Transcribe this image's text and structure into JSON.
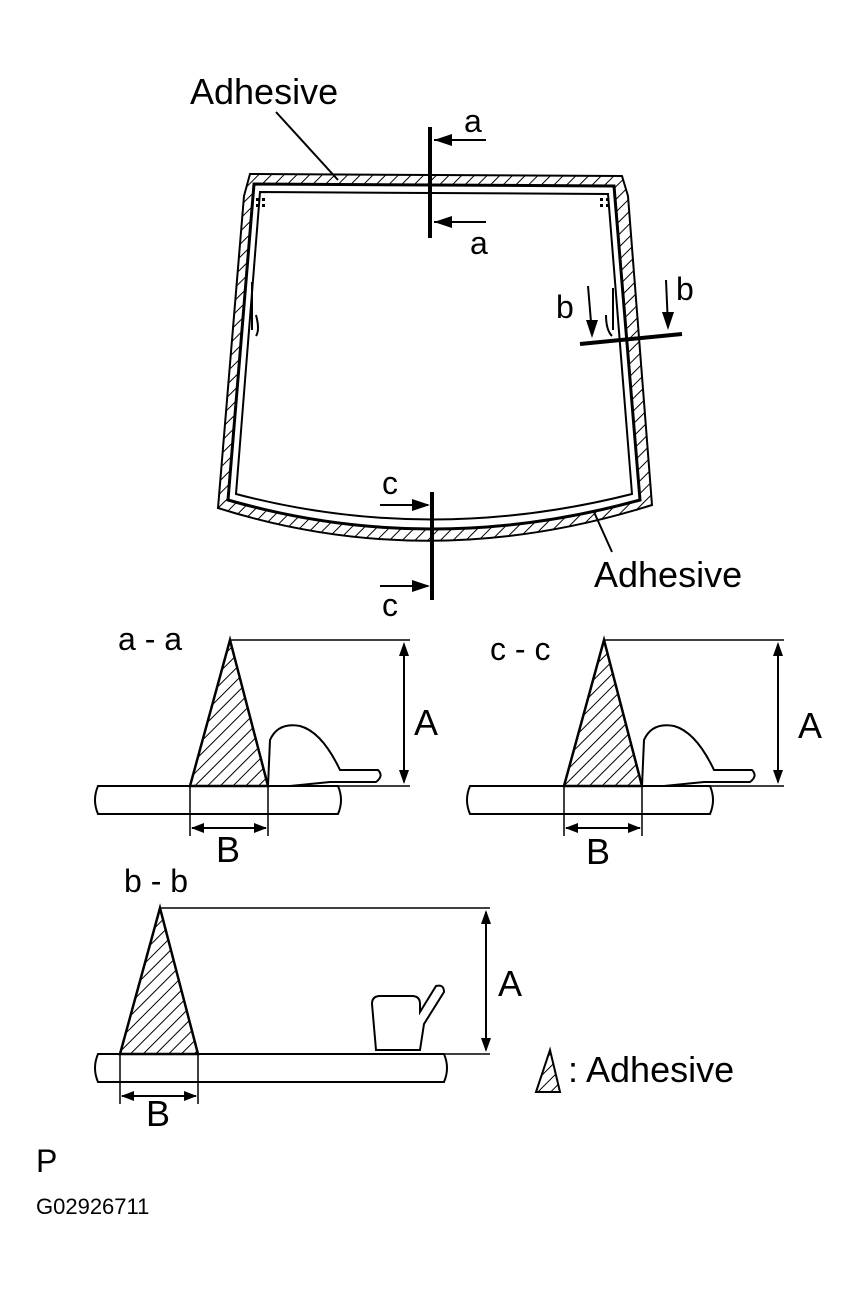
{
  "labels": {
    "adhesive_top": "Adhesive",
    "adhesive_bottom": "Adhesive",
    "arrow_a_top": "a",
    "arrow_a_bottom": "a",
    "arrow_b_left": "b",
    "arrow_b_right": "b",
    "arrow_c_top": "c",
    "arrow_c_bottom": "c",
    "section_aa": "a - a",
    "section_cc": "c - c",
    "section_bb": "b - b",
    "dim_A": "A",
    "dim_B": "B",
    "legend": ": Adhesive",
    "corner_code": "P",
    "figure_id": "G02926711"
  }
}
